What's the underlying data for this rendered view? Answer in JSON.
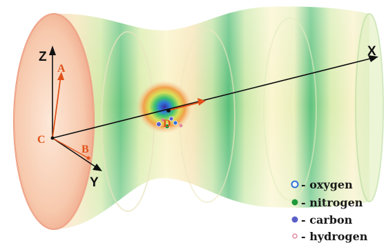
{
  "axes": {
    "x": "X",
    "y": "Y",
    "z": "Z"
  },
  "points": {
    "a": "A",
    "b": "B",
    "c": "C",
    "d": "D"
  },
  "legend": [
    {
      "label": "- oxygen",
      "color": "#2a6fd6",
      "style": "ring"
    },
    {
      "label": "- nitrogen",
      "color": "#1f9a3a",
      "style": "dot"
    },
    {
      "label": "- carbon",
      "color": "#5a5fc8",
      "style": "dot"
    },
    {
      "label": "- hydrogen",
      "color": "#e28aa0",
      "style": "small"
    }
  ],
  "colors": {
    "accent_red": "#e0531b",
    "axis_black": "#111111",
    "tube_green": "#4fc36a",
    "tube_yellow": "#f2ecb0",
    "tube_pink": "#f4b39a"
  }
}
